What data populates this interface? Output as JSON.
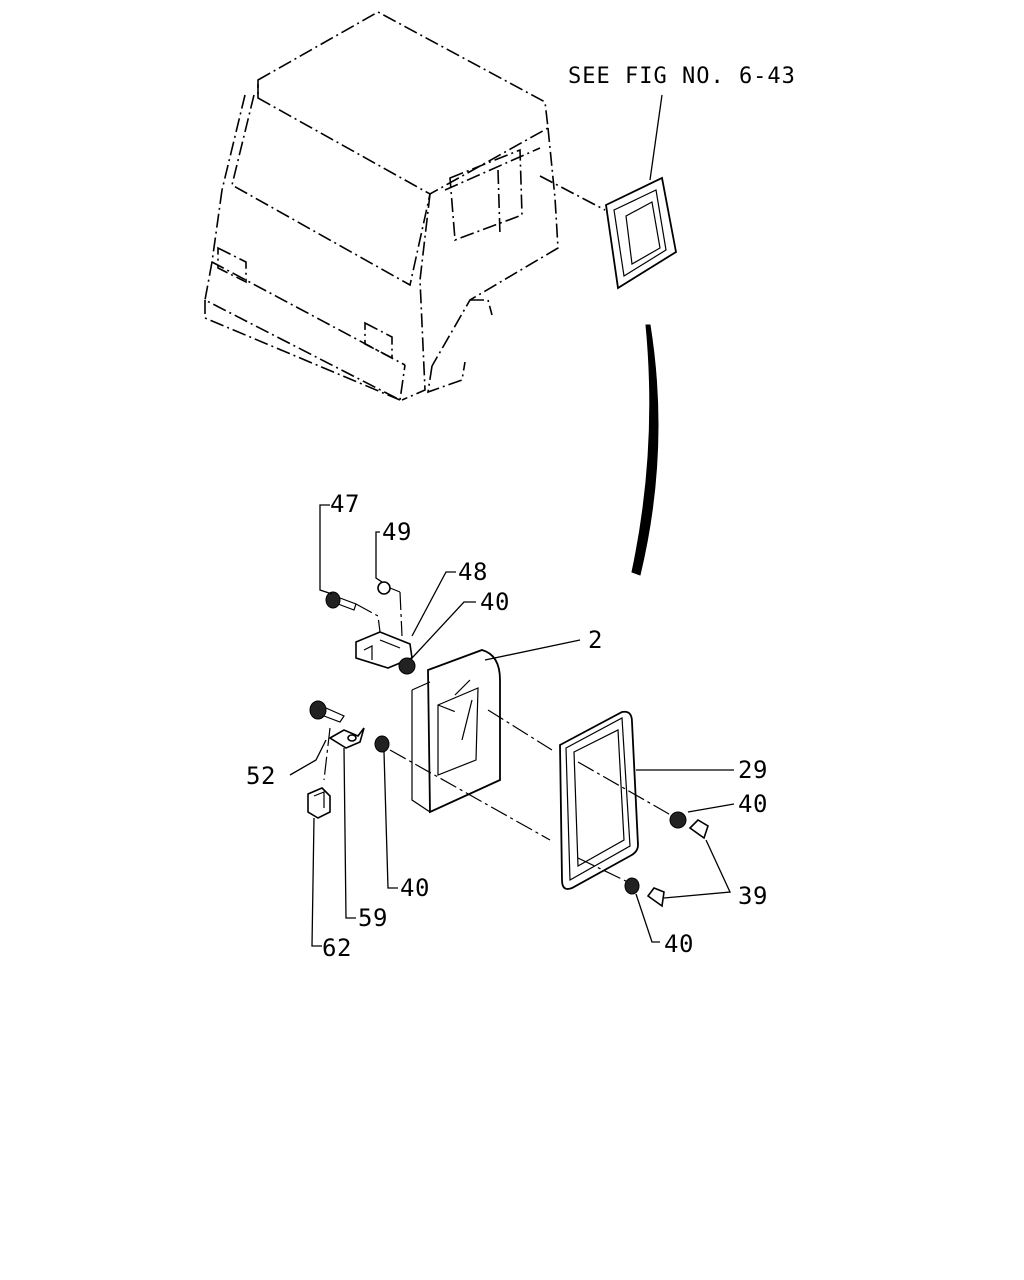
{
  "reference": {
    "text": "SEE FIG NO. 6-43"
  },
  "callouts": {
    "c2": "2",
    "c29": "29",
    "c39": "39",
    "c40a": "40",
    "c40b": "40",
    "c40c": "40",
    "c40d": "40",
    "c47": "47",
    "c48": "48",
    "c49": "49",
    "c52": "52",
    "c59": "59",
    "c62": "62"
  }
}
